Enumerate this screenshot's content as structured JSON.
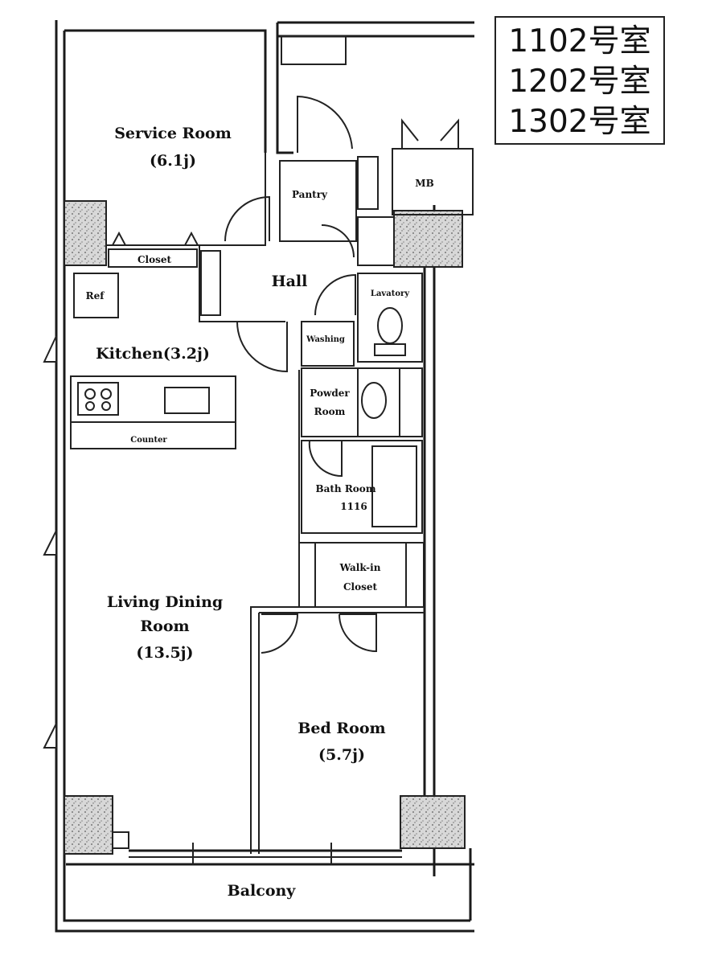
{
  "units": [
    "1102号室",
    "1202号室",
    "1302号室"
  ],
  "rooms": {
    "service_room": "Service Room",
    "service_room_size": "(6.1j)",
    "closet": "Closet",
    "pantry": "Pantry",
    "ref": "Ref",
    "hall": "Hall",
    "mb": "MB",
    "lavatory": "Lavatory",
    "washing": "Washing",
    "kitchen": "Kitchen(3.2j)",
    "counter": "Counter",
    "powder_room_line1": "Powder",
    "powder_room_line2": "Room",
    "bath_room_line1": "Bath Room",
    "bath_room_line2": "1116",
    "walkin_line1": "Walk-in",
    "walkin_line2": "Closet",
    "living_line1": "Living Dining",
    "living_line2": "Room",
    "living_size": "(13.5j)",
    "bed_room": "Bed Room",
    "bed_room_size": "(5.7j)",
    "balcony": "Balcony"
  }
}
